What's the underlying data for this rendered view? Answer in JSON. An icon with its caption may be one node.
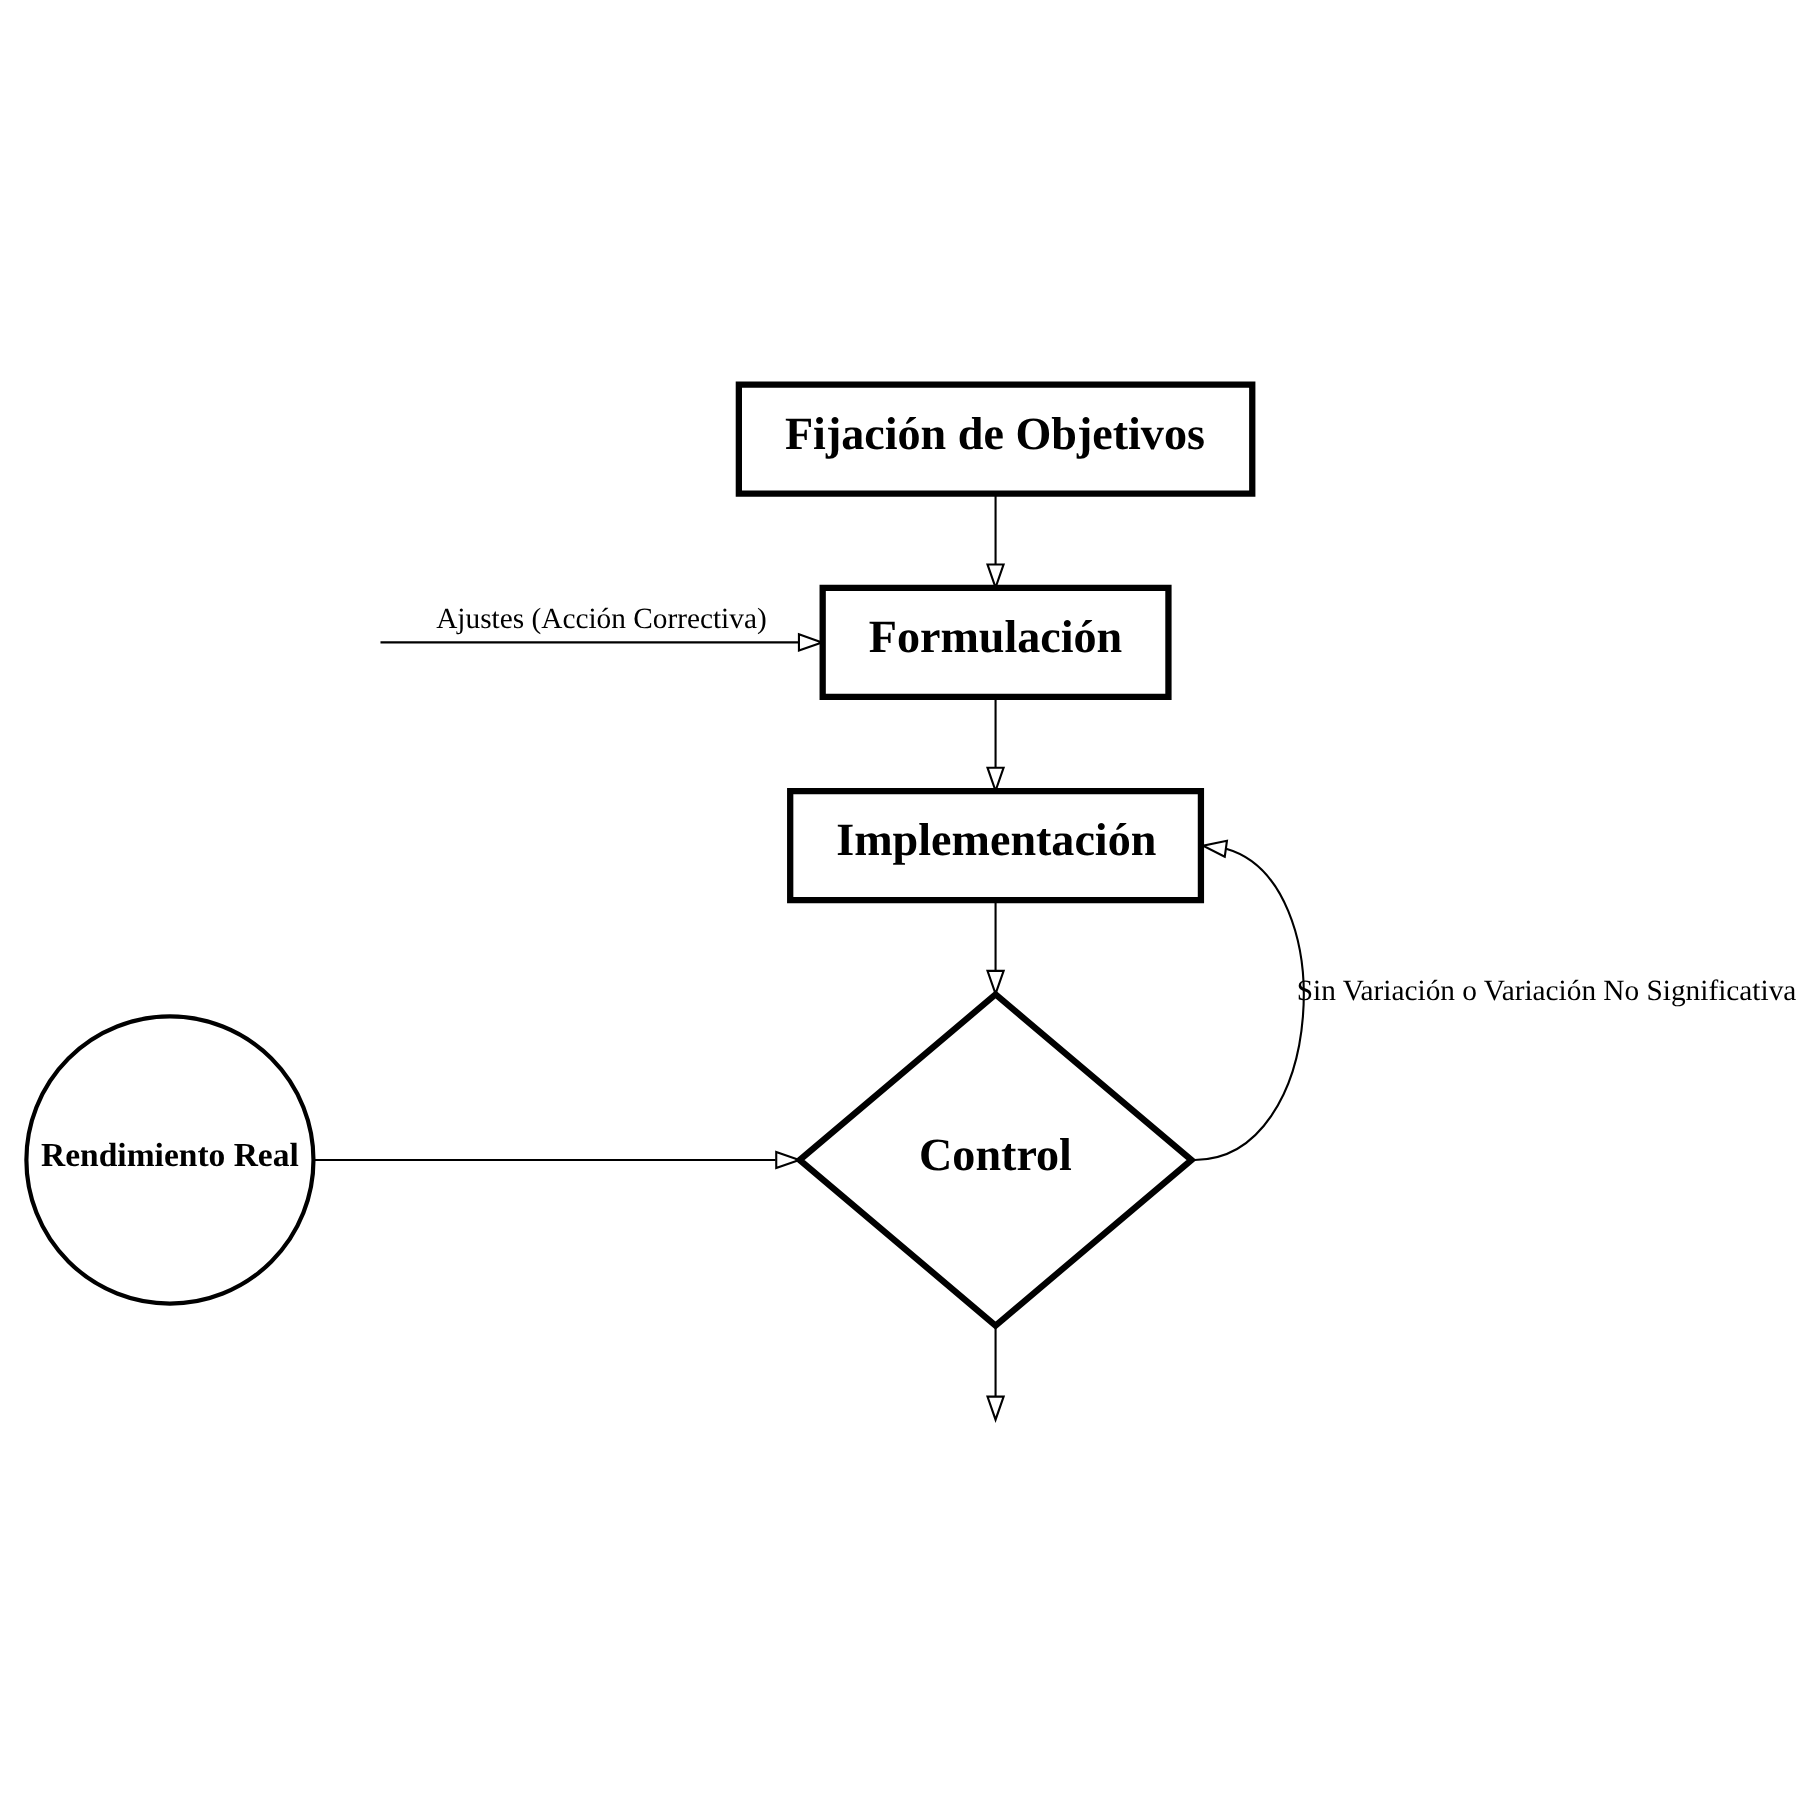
{
  "diagram": {
    "nodes": [
      {
        "text": [
          "Fijación de Objetivos"
        ]
      },
      {
        "text": [
          "Formulación"
        ]
      },
      {
        "text": [
          "Implementación"
        ]
      },
      {
        "text": [
          "Control"
        ]
      },
      {
        "text": [
          "Rendimiento Real"
        ]
      }
    ],
    "edges": [
      {
        "from": 0,
        "to": 1,
        "arrow": "to"
      },
      {
        "from": 1,
        "to": 2,
        "arrow": "to"
      },
      {
        "from": 2,
        "to": 3,
        "arrow": "to"
      },
      {
        "from": 4,
        "to": 3,
        "arrow": "to"
      },
      {
        "from": 3,
        "to": 2,
        "arrow": "to",
        "label": "Sin Variación o Variación No Significativa"
      },
      {
        "from": null,
        "to": 1,
        "arrow": "to",
        "label": "Ajustes (Acción Correctiva)"
      },
      {
        "from": 3,
        "to": null,
        "arrow": "to"
      }
    ]
  }
}
